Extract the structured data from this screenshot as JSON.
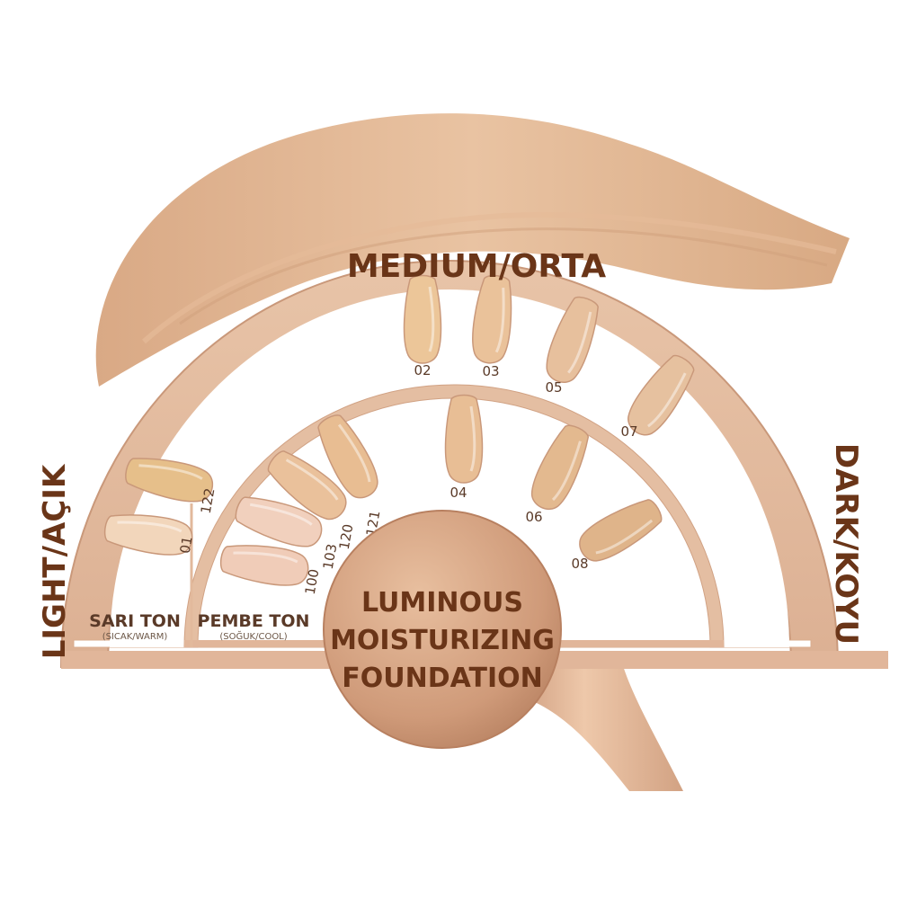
{
  "labels": {
    "medium": "MEDIUM/ORTA",
    "light": "LIGHT/AÇIK",
    "dark": "DARK/KOYU"
  },
  "groups": {
    "warm_title": "SARI TON",
    "warm_sub": "(SICAK/WARM)",
    "cool_title": "PEMBE TON",
    "cool_sub": "(SOĞUK/COOL)"
  },
  "center": {
    "line1": "LUMINOUS",
    "line2": "MOISTURIZING",
    "line3": "FOUNDATION"
  },
  "shades": [
    {
      "code": "01",
      "color": "#f2d6bb"
    },
    {
      "code": "122",
      "color": "#e6bf8a"
    },
    {
      "code": "100",
      "color": "#f0ccb8"
    },
    {
      "code": "103",
      "color": "#f1d0bd"
    },
    {
      "code": "120",
      "color": "#eac19b"
    },
    {
      "code": "121",
      "color": "#e8bd92"
    },
    {
      "code": "02",
      "color": "#ecc699"
    },
    {
      "code": "03",
      "color": "#eac29a"
    },
    {
      "code": "04",
      "color": "#e8be95"
    },
    {
      "code": "05",
      "color": "#e7c09d"
    },
    {
      "code": "06",
      "color": "#e3b98f"
    },
    {
      "code": "07",
      "color": "#e6c19f"
    },
    {
      "code": "08",
      "color": "#dfb48a"
    }
  ],
  "colors": {
    "frame": "#e2b99c",
    "frame_dark": "#c9987a",
    "smear": "#dbb08d",
    "text_brown": "#6a3518",
    "disc": "#c58e6c"
  }
}
